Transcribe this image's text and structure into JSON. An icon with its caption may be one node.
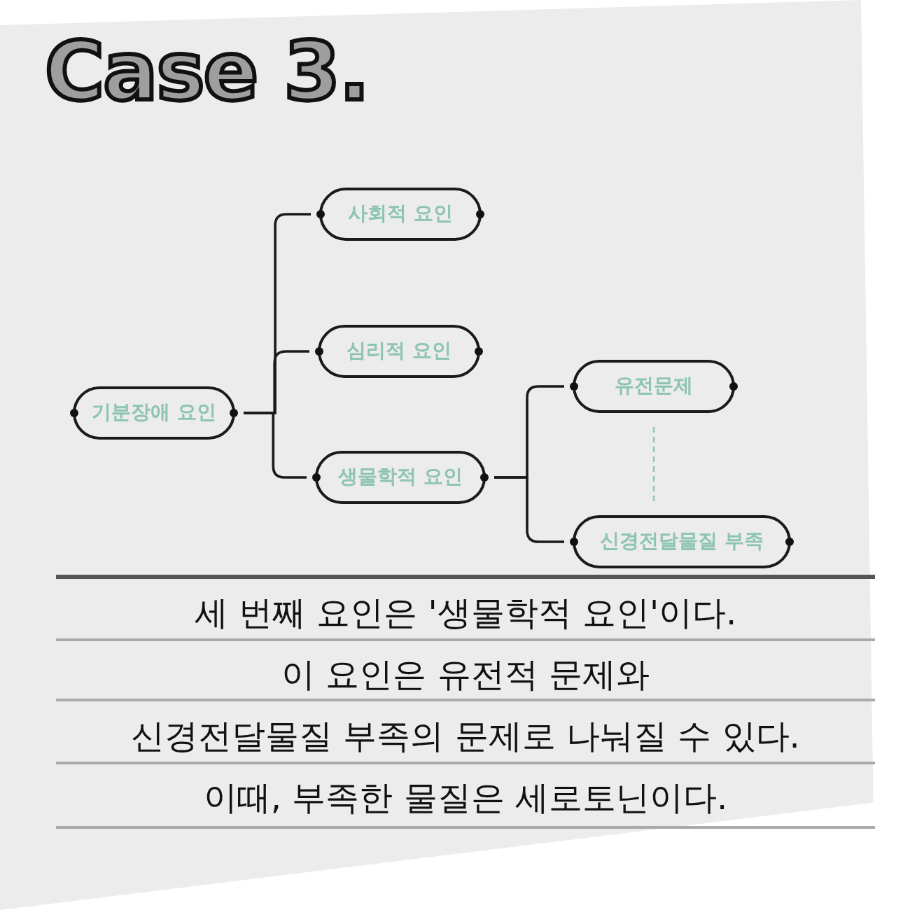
{
  "diagram": {
    "title": "Case 3.",
    "nodes": [
      {
        "text": [
          "기분장애 요인"
        ]
      },
      {
        "text": [
          "사회적 요인"
        ]
      },
      {
        "text": [
          "심리적 요인"
        ]
      },
      {
        "text": [
          "생물학적 요인"
        ]
      },
      {
        "text": [
          "유전문제"
        ]
      },
      {
        "text": [
          "신경전달물질 부족"
        ]
      }
    ],
    "edges": [
      {
        "from": 0,
        "to": 1,
        "arrow": "none"
      },
      {
        "from": 0,
        "to": 2,
        "arrow": "none"
      },
      {
        "from": 0,
        "to": 3,
        "arrow": "none"
      },
      {
        "from": 3,
        "to": 4,
        "arrow": "none"
      },
      {
        "from": 3,
        "to": 5,
        "arrow": "none"
      },
      {
        "from": 4,
        "to": 5,
        "arrow": "none",
        "style": "dashed",
        "color": "#8ec5b0"
      }
    ],
    "labels": [
      "세 번째 요인은 '생물학적 요인'이다.",
      "이 요인은 유전적 문제와",
      "신경전달물질 부족의 문제로 나눠질 수 있다.",
      "이때, 부족한 물질은 세로토닌이다."
    ]
  }
}
